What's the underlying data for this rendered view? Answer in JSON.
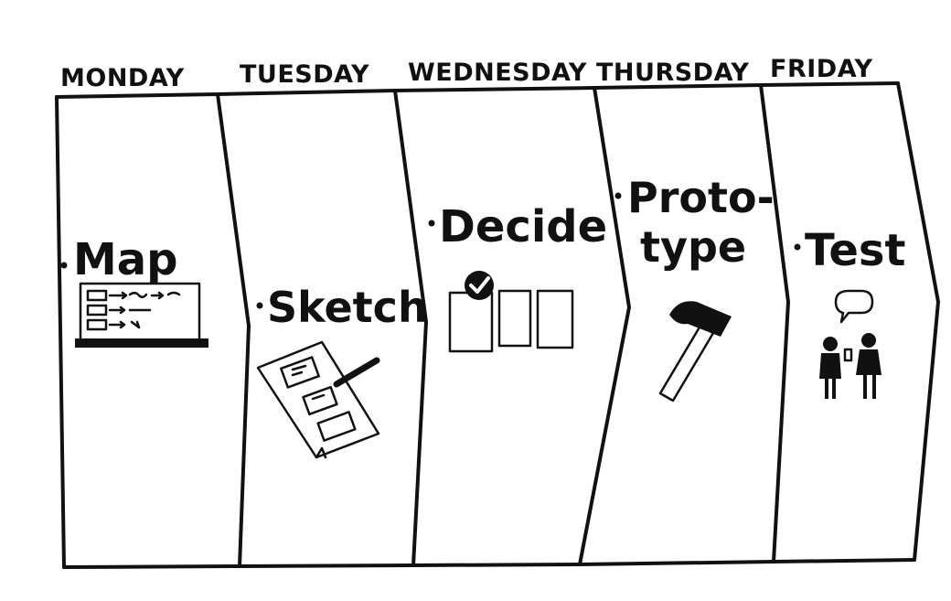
{
  "days": [
    {
      "day": "MONDAY",
      "activity": "Map",
      "icon": "map-board-icon"
    },
    {
      "day": "TUESDAY",
      "activity": "Sketch",
      "icon": "sketch-paper-icon"
    },
    {
      "day": "WEDNESDAY",
      "activity": "Decide",
      "icon": "decide-checkmark-icon"
    },
    {
      "day": "THURSDAY",
      "activity_line1": "Proto-",
      "activity_line2": "type",
      "icon": "hammer-icon"
    },
    {
      "day": "FRIDAY",
      "activity": "Test",
      "icon": "users-speech-icon"
    }
  ],
  "colors": {
    "ink": "#111111",
    "paper": "#ffffff"
  }
}
